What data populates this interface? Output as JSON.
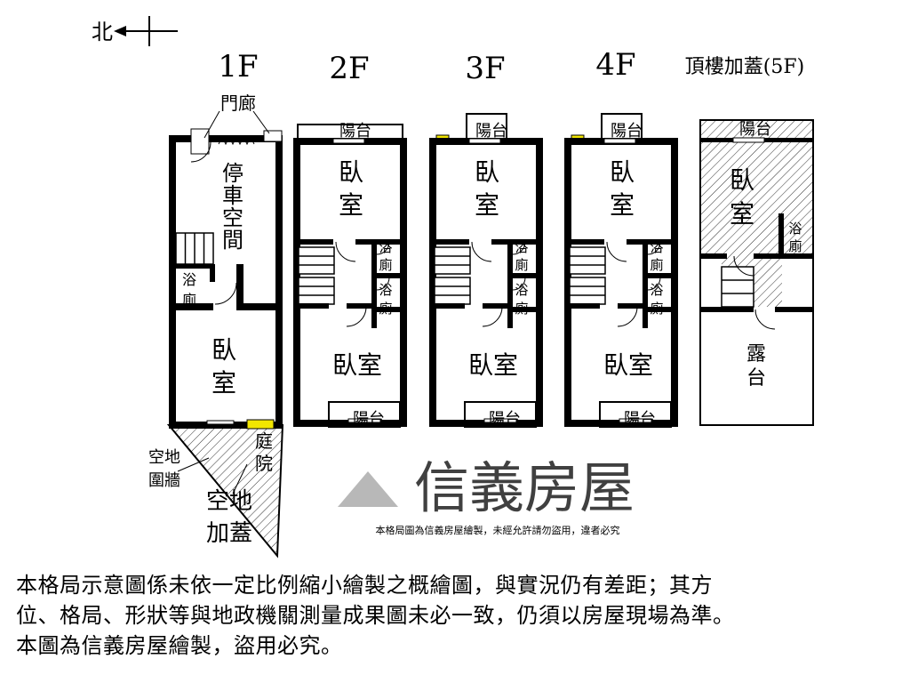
{
  "compass": {
    "label": "北"
  },
  "floors": [
    {
      "label": "1F",
      "rooms": {
        "porch": "門廊",
        "parking": [
          "停",
          "車",
          "空",
          "間"
        ],
        "bath": [
          "浴",
          "廁"
        ],
        "bedroom": [
          "臥",
          "室"
        ],
        "yard": [
          "庭",
          "院"
        ],
        "wall": [
          "空地",
          "圍牆"
        ],
        "addition": [
          "空地",
          "加蓋"
        ]
      }
    },
    {
      "label": "2F",
      "rooms": {
        "balcony_top": "陽台",
        "bedroom_front": [
          "臥",
          "室"
        ],
        "bath1": [
          "浴",
          "廁"
        ],
        "bath2": [
          "浴",
          "廁"
        ],
        "bedroom_back": "臥室",
        "balcony_bottom": "陽台"
      }
    },
    {
      "label": "3F",
      "rooms": {
        "balcony_top": "陽台",
        "bedroom_front": [
          "臥",
          "室"
        ],
        "bath1": [
          "浴",
          "廁"
        ],
        "bath2": [
          "浴",
          "廁"
        ],
        "bedroom_back": "臥室",
        "balcony_bottom": "陽台"
      }
    },
    {
      "label": "4F",
      "rooms": {
        "balcony_top": "陽台",
        "bedroom_front": [
          "臥",
          "室"
        ],
        "bath1": [
          "浴",
          "廁"
        ],
        "bath2": [
          "浴",
          "廁"
        ],
        "bedroom_back": "臥室",
        "balcony_bottom": "陽台"
      }
    },
    {
      "label": "頂樓加蓋(5F)",
      "rooms": {
        "balcony_top": "陽台",
        "bedroom": [
          "臥",
          "室"
        ],
        "bath": [
          "浴",
          "廁"
        ],
        "terrace": [
          "露",
          "台"
        ]
      }
    }
  ],
  "watermark": {
    "brand": "信義房屋",
    "notice": "本格局圖為信義房屋繪製，未經允許請勿盜用，違者必究"
  },
  "colors": {
    "wall": "#000000",
    "window": "#f2e600",
    "watermark": "#9a9a9a"
  },
  "disclaimer": [
    "本格局示意圖係未依一定比例縮小繪製之概繪圖，與實況仍有差距；其方",
    "位、格局、形狀等與地政機關測量成果圖未必一致，仍須以房屋現場為準。",
    "本圖為信義房屋繪製，盜用必究。"
  ]
}
